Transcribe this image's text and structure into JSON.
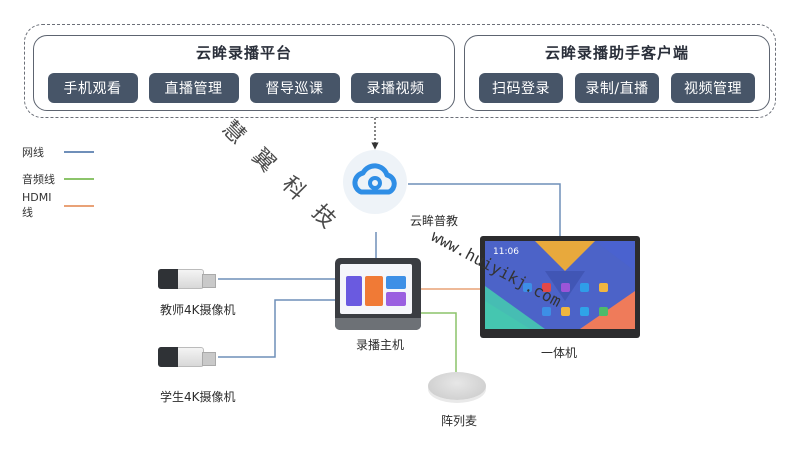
{
  "platform": {
    "title": "云眸录播平台",
    "buttons": [
      "手机观看",
      "直播管理",
      "督导巡课",
      "录播视频"
    ]
  },
  "client": {
    "title": "云眸录播助手客户端",
    "buttons": [
      "扫码登录",
      "录制/直播",
      "视频管理"
    ]
  },
  "legend": [
    {
      "label": "网线",
      "color": "#6f8fb9"
    },
    {
      "label": "音频线",
      "color": "#8cc46a"
    },
    {
      "label": "HDMI线",
      "color": "#e9a277"
    }
  ],
  "nodes": {
    "cloud": "云眸普教",
    "teacher_camera": "教师4K摄像机",
    "student_camera": "学生4K摄像机",
    "recording_host": "录播主机",
    "all_in_one": "一体机",
    "array_mic": "阵列麦"
  },
  "panel_screen": {
    "time": "11:06"
  },
  "watermark": {
    "chars": [
      "慧",
      "翼",
      "科",
      "技"
    ],
    "url": "www.huiyikj.com"
  },
  "colors": {
    "button_bg": "#475568",
    "network": "#6f8fb9",
    "audio": "#8cc46a",
    "hdmi": "#e9a277",
    "cloud": "#2f8ee6"
  }
}
